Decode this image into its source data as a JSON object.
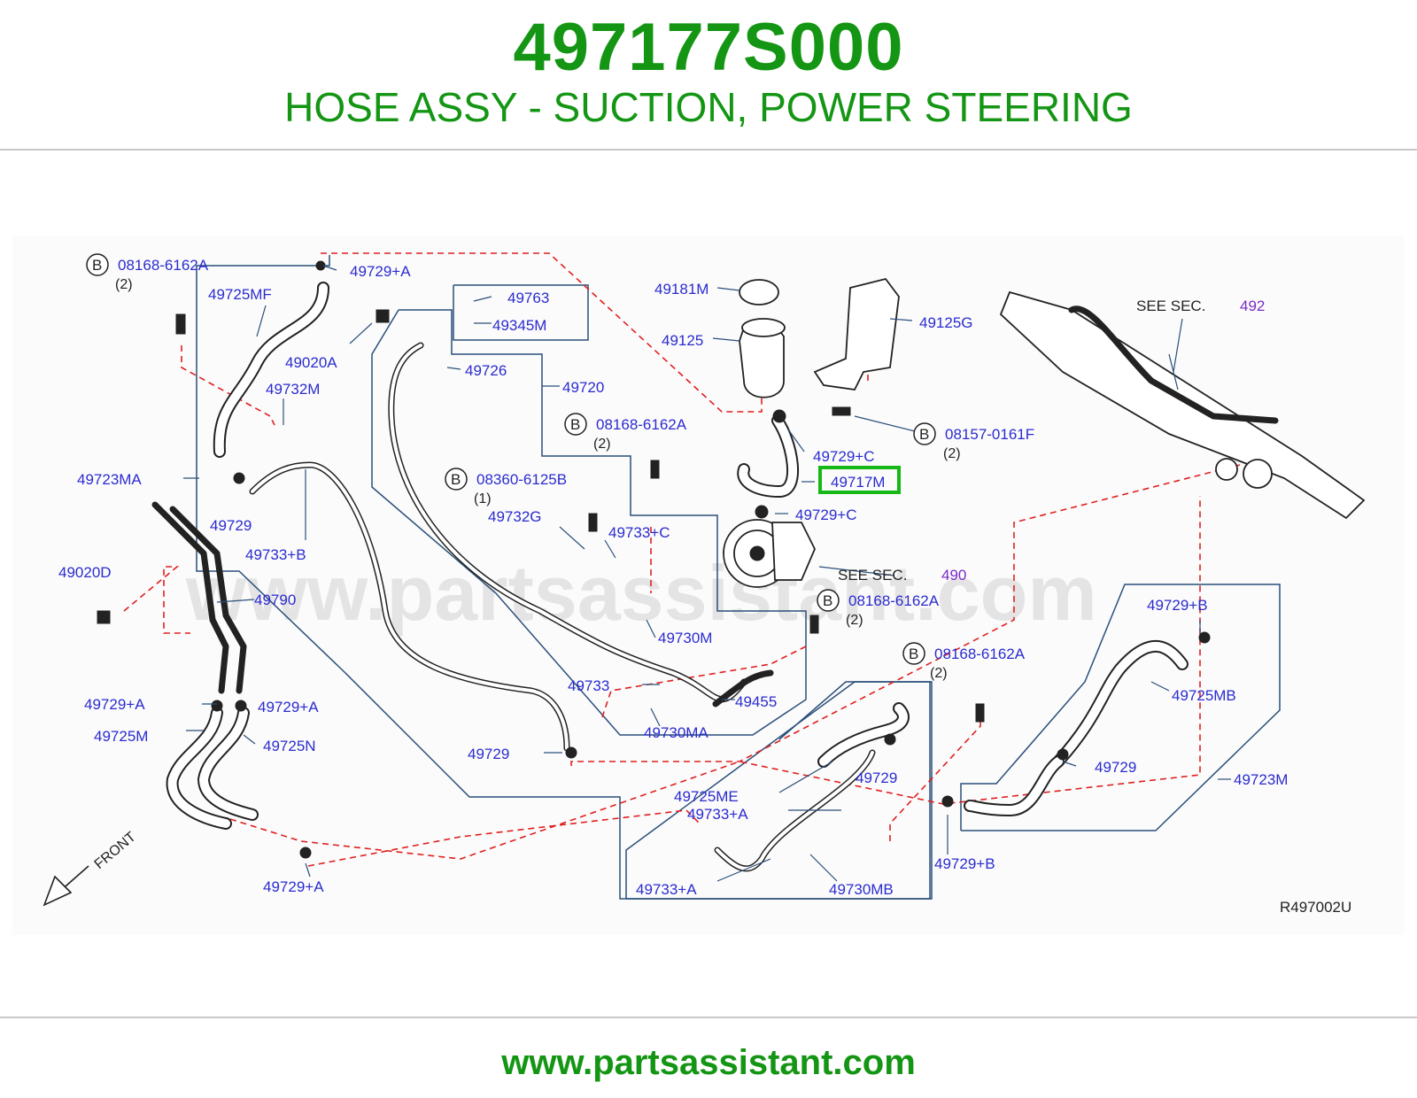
{
  "header": {
    "part_number": "497177S000",
    "description": "HOSE ASSY - SUCTION, POWER STEERING"
  },
  "diagram": {
    "watermark": "www.partsassistant.com",
    "reference_code": "R497002U",
    "front_label": "FRONT",
    "highlight_color": "#16b816",
    "label_color": "#2b2bd0",
    "see_sections": [
      {
        "text": "SEE  SEC.",
        "section": "492"
      },
      {
        "text": "SEE  SEC.",
        "section": "490"
      }
    ],
    "bolt_callouts": [
      {
        "badge": "B",
        "part": "08168-6162A",
        "qty": "(2)"
      },
      {
        "badge": "B",
        "part": "08168-6162A",
        "qty": "(2)"
      },
      {
        "badge": "B",
        "part": "08360-6125B",
        "qty": "(1)"
      },
      {
        "badge": "B",
        "part": "08157-0161F",
        "qty": "(2)"
      },
      {
        "badge": "B",
        "part": "08168-6162A",
        "qty": "(2)"
      },
      {
        "badge": "B",
        "part": "08168-6162A",
        "qty": "(2)"
      }
    ],
    "labels": [
      "49729+A",
      "49725MF",
      "49763",
      "49345M",
      "49181M",
      "49125G",
      "49125",
      "49020A",
      "49726",
      "49720",
      "49732M",
      "49723MA",
      "49729",
      "49733+B",
      "49732G",
      "49733+C",
      "49729+C",
      "49717M",
      "49729+C",
      "49020D",
      "49790",
      "49730M",
      "49729+A",
      "49729+A",
      "49725M",
      "49725N",
      "49733",
      "49455",
      "49730MA",
      "49729",
      "49729+B",
      "49725MB",
      "49729",
      "49723M",
      "49729",
      "49725ME",
      "49733+A",
      "49729+B",
      "49729+A",
      "49733+A",
      "49730MB"
    ],
    "highlighted_label": "49717M"
  },
  "footer": {
    "url": "www.partsassistant.com"
  }
}
